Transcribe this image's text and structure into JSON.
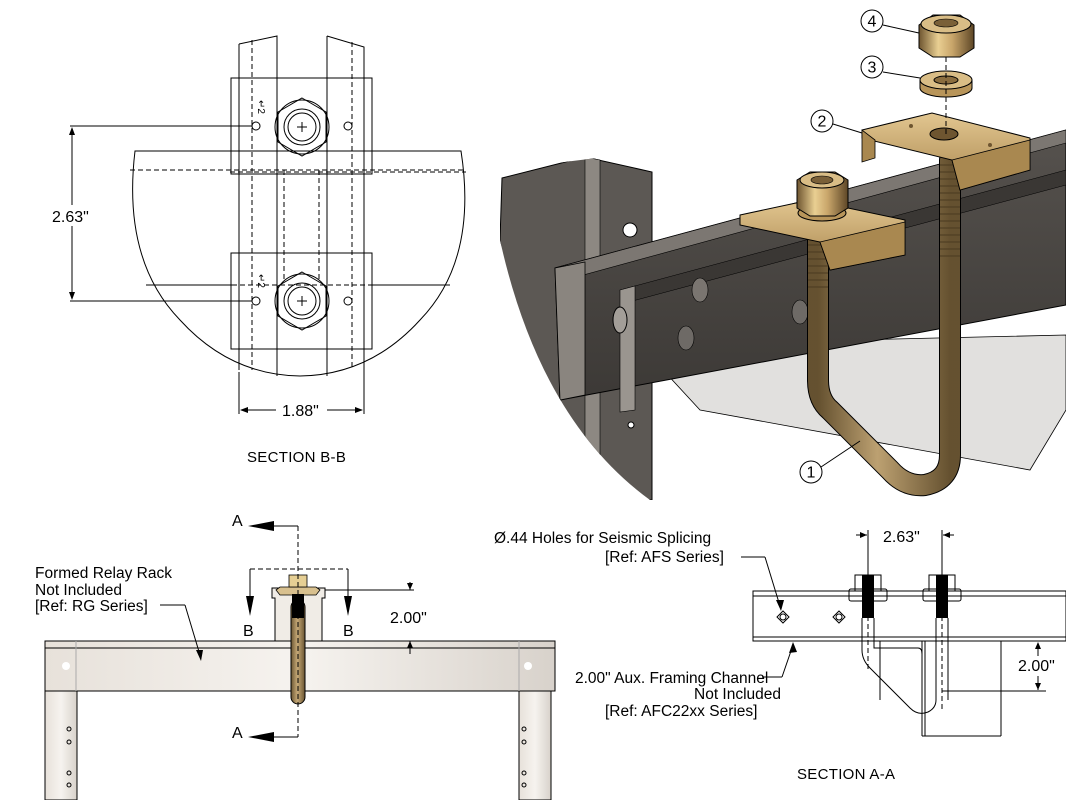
{
  "drawing": {
    "section_bb": {
      "title": "SECTION B-B",
      "vertical_dimension": "2.63\"",
      "horizontal_dimension": "1.88\""
    },
    "isometric_view": {
      "balloons": [
        {
          "number": "1",
          "part": "u-bolt"
        },
        {
          "number": "2",
          "part": "strap-clip"
        },
        {
          "number": "3",
          "part": "lock-washer"
        },
        {
          "number": "4",
          "part": "hex-nut"
        }
      ]
    },
    "front_view": {
      "section_marker_a_top": "A",
      "section_marker_a_bottom": "A",
      "section_marker_b_left": "B",
      "section_marker_b_right": "B",
      "height_dimension": "2.00\"",
      "relay_rack_note": {
        "line1": "Formed Relay Rack",
        "line2": "Not Included",
        "line3": "[Ref: RG Series]"
      }
    },
    "section_aa": {
      "title": "SECTION A-A",
      "spacing_dimension": "2.63\"",
      "height_dimension": "2.00\"",
      "holes_note": {
        "line1": "Ø.44 Holes for Seismic Splicing",
        "line2": "[Ref: AFS Series]"
      },
      "channel_note": {
        "line1": "2.00\" Aux. Framing Channel",
        "line2": "Not Included",
        "line3": "[Ref: AFC22xx Series]"
      }
    }
  },
  "colors": {
    "brass": "#c9a66b",
    "brass_dark": "#7a6038",
    "brass_light": "#f0d9a0",
    "channel_dark": "#4a4744",
    "channel_mid": "#6e6a66",
    "channel_light": "#a39e98",
    "rack_fill": "#f3efea",
    "line": "#000000"
  }
}
